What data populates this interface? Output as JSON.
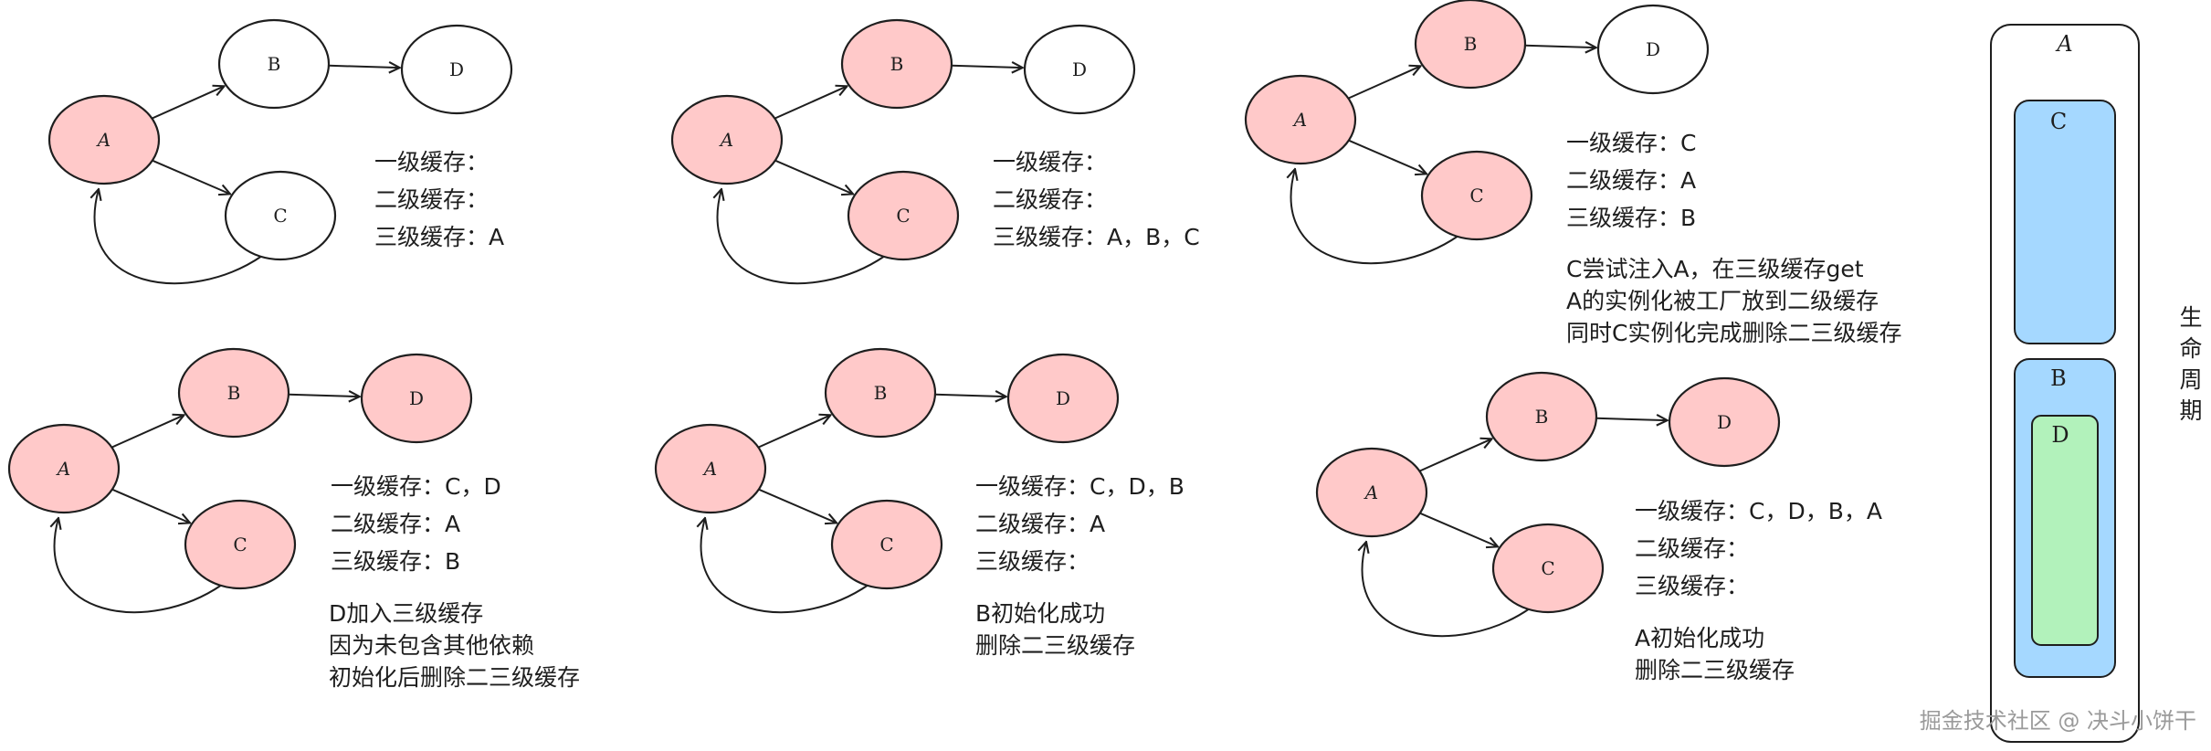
{
  "colors": {
    "active_node": "#ffc9c9",
    "idle_node": "#ffffff",
    "stroke": "#1e1e1e",
    "lifecycle_blue": "#a5d8ff",
    "lifecycle_green": "#b2f2bb"
  },
  "panels": [
    {
      "nodes": {
        "A": "A",
        "B": "B",
        "C": "C",
        "D": "D"
      },
      "active": [
        "A"
      ],
      "cache": {
        "l1": "一级缓存：",
        "l2": "二级缓存：",
        "l3": "三级缓存：A"
      },
      "notes": []
    },
    {
      "nodes": {
        "A": "A",
        "B": "B",
        "C": "C",
        "D": "D"
      },
      "active": [
        "A",
        "B",
        "C"
      ],
      "cache": {
        "l1": "一级缓存：",
        "l2": "二级缓存：",
        "l3": "三级缓存：A，B，C"
      },
      "notes": []
    },
    {
      "nodes": {
        "A": "A",
        "B": "B",
        "C": "C",
        "D": "D"
      },
      "active": [
        "A",
        "B",
        "C"
      ],
      "cache": {
        "l1": "一级缓存：C",
        "l2": "二级缓存：A",
        "l3": "三级缓存：B"
      },
      "notes": [
        "C尝试注入A，在三级缓存get",
        "A的实例化被工厂放到二级缓存",
        "同时C实例化完成删除二三级缓存"
      ]
    },
    {
      "nodes": {
        "A": "A",
        "B": "B",
        "C": "C",
        "D": "D"
      },
      "active": [
        "A",
        "B",
        "C",
        "D"
      ],
      "cache": {
        "l1": "一级缓存：C，D",
        "l2": "二级缓存：A",
        "l3": "三级缓存：B"
      },
      "notes": [
        "D加入三级缓存",
        "因为未包含其他依赖",
        "初始化后删除二三级缓存"
      ]
    },
    {
      "nodes": {
        "A": "A",
        "B": "B",
        "C": "C",
        "D": "D"
      },
      "active": [
        "A",
        "B",
        "C",
        "D"
      ],
      "cache": {
        "l1": "一级缓存：C，D，B",
        "l2": "二级缓存：A",
        "l3": "三级缓存："
      },
      "notes": [
        "B初始化成功",
        "删除二三级缓存"
      ]
    },
    {
      "nodes": {
        "A": "A",
        "B": "B",
        "C": "C",
        "D": "D"
      },
      "active": [
        "A",
        "B",
        "C",
        "D"
      ],
      "cache": {
        "l1": "一级缓存：C，D，B，A",
        "l2": "二级缓存：",
        "l3": "三级缓存："
      },
      "notes": [
        "A初始化成功",
        "删除二三级缓存"
      ]
    }
  ],
  "lifecycle": {
    "outer_label": "A",
    "c_label": "C",
    "b_label": "B",
    "d_label": "D",
    "side_text": [
      "生",
      "命",
      "周",
      "期"
    ]
  },
  "watermark": "掘金技术社区 @ 决斗小饼干"
}
